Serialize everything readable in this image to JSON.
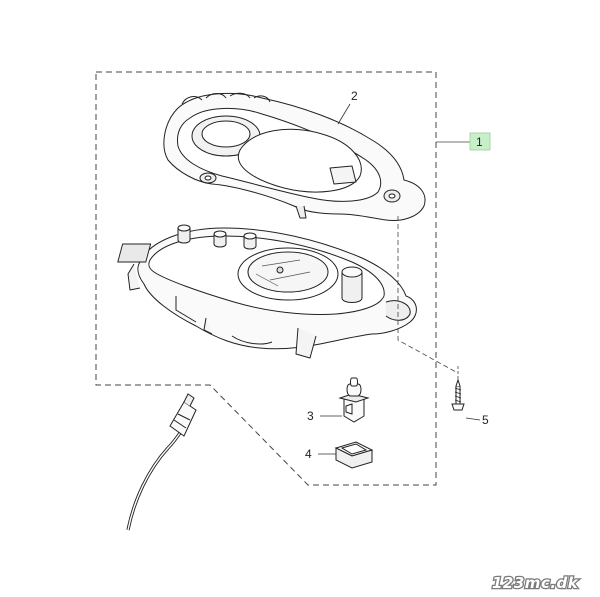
{
  "callouts": {
    "c1": "1",
    "c2": "2",
    "c3": "3",
    "c4": "4",
    "c5": "5"
  },
  "highlight_color": "#c8f0c8",
  "watermark": "123mc.dk"
}
